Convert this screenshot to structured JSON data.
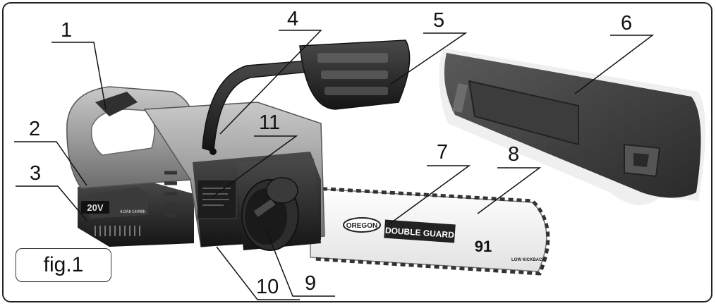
{
  "figure": {
    "label": "fig.1"
  },
  "callouts": [
    "1",
    "2",
    "3",
    "4",
    "5",
    "6",
    "7",
    "8",
    "9",
    "10",
    "11"
  ],
  "product_print": {
    "battery_voltage": "20V",
    "battery_capacity": "4.0Ah",
    "battery_spec": "144Wh",
    "bar_brand": "OREGON",
    "bar_model": "DOUBLE GUARD",
    "bar_code": "91",
    "bar_warning": "LOW KICKBACK"
  },
  "colors": {
    "body_dark": "#2a2a2a",
    "body_gray": "#8a8a8a",
    "body_light": "#b8b8b8",
    "bar_white": "#f2f2f2",
    "line": "#111111"
  }
}
